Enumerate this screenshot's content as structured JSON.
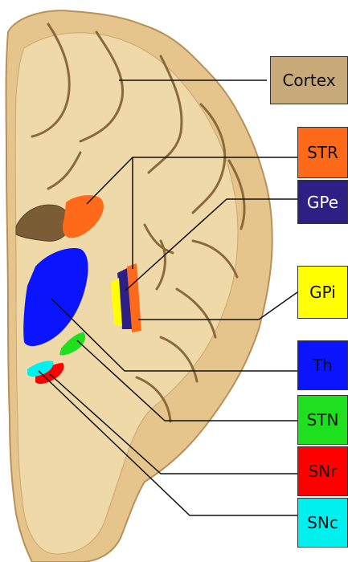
{
  "diagram": {
    "labels": [
      {
        "id": "cortex",
        "text": "Cortex",
        "color": "#c8a97a",
        "text_color": "#111111"
      },
      {
        "id": "str",
        "text": "STR",
        "color": "#ff6a1a",
        "text_color": "#111111"
      },
      {
        "id": "gpe",
        "text": "GPe",
        "color": "#2e1f84",
        "text_color": "#ffffff"
      },
      {
        "id": "gpi",
        "text": "GPi",
        "color": "#ffff00",
        "text_color": "#111111"
      },
      {
        "id": "th",
        "text": "Th",
        "color": "#0a14ff",
        "text_color": "#111111"
      },
      {
        "id": "stn",
        "text": "STN",
        "color": "#1ee01e",
        "text_color": "#111111"
      },
      {
        "id": "snr",
        "text": "SNr",
        "color": "#ff0000",
        "text_color": "#111111"
      },
      {
        "id": "snc",
        "text": "SNc",
        "color": "#00f0f0",
        "text_color": "#111111"
      }
    ],
    "tissue_colors": {
      "white_matter": "#f0d9a8",
      "gray_matter": "#e6c58c",
      "outline": "#b8915a",
      "sulcus": "#8a6a3c"
    }
  }
}
